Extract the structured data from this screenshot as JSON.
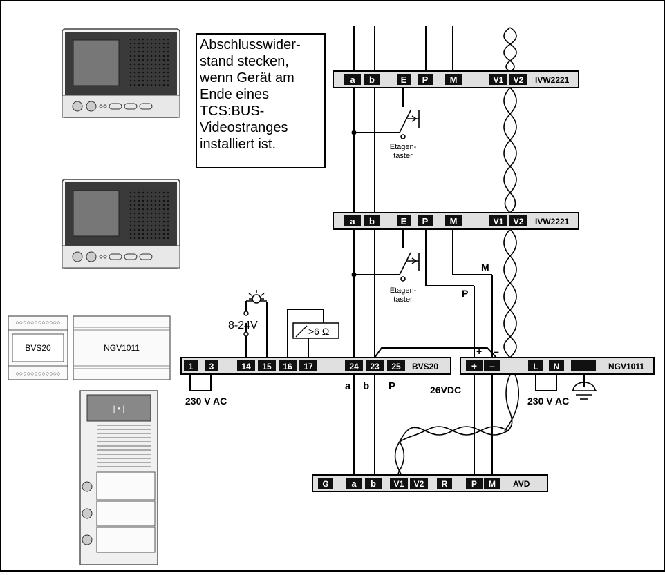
{
  "note_lines": [
    "Abschlusswider-",
    "stand stecken,",
    "wenn Gerät am",
    "Ende eines",
    "TCS:BUS-",
    "Videostranges",
    "installiert ist."
  ],
  "ivw_top": {
    "terminals": [
      "a",
      "b",
      "E",
      "P",
      "M",
      "V1",
      "V2"
    ],
    "model": "IVW2221"
  },
  "ivw_mid": {
    "terminals": [
      "a",
      "b",
      "E",
      "P",
      "M",
      "V1",
      "V2"
    ],
    "model": "IVW2221"
  },
  "etagentaster_label": [
    "Etagen-",
    "taster"
  ],
  "bvs20_bar": {
    "terminals": [
      "1",
      "3",
      "14",
      "15",
      "16",
      "17",
      "24",
      "23",
      "25"
    ],
    "model": "BVS20"
  },
  "ngv_bar": {
    "terminals": [
      "+",
      "–",
      "L",
      "N"
    ],
    "model": "NGV1011"
  },
  "avd_bar": {
    "terminals": [
      "G",
      "a",
      "b",
      "V1",
      "V2",
      "R",
      "P",
      "M"
    ],
    "model": "AVD"
  },
  "labels": {
    "bvs20_module": "BVS20",
    "ngv_module": "NGV1011",
    "lamp_voltage": "8-24V",
    "resistor": ">6 Ω",
    "supply_bvs": "230 V AC",
    "supply_ngv": "230 V AC",
    "dc": "26VDC",
    "wire_a": "a",
    "wire_b": "b",
    "wire_p_bvs": "P",
    "wire_p": "P",
    "wire_m": "M",
    "plus": "+",
    "minus": "–",
    "door_display": "| • |"
  },
  "colors": {
    "panel_fill": "#e0e0e0",
    "terminal_fill": "#111111",
    "screen": "#777777",
    "monitor_body": "#3a3a3a"
  }
}
